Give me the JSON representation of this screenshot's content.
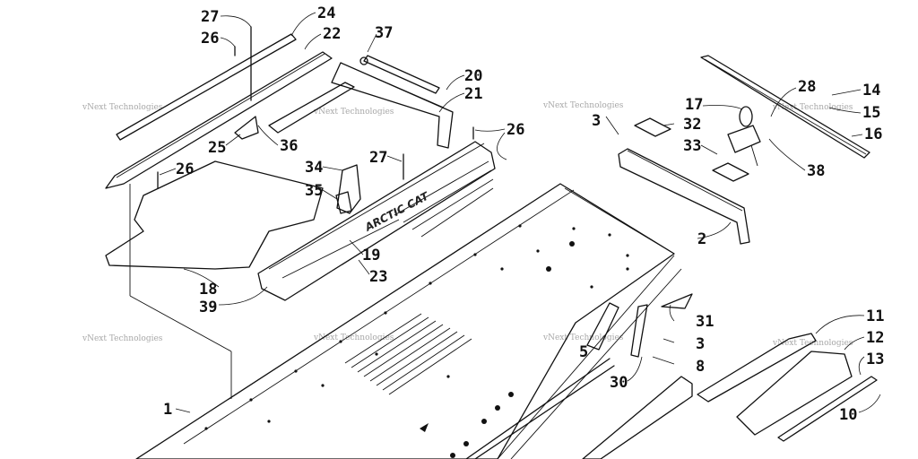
{
  "diagram": {
    "type": "exploded-parts-view",
    "watermark": "vNext Technologies",
    "logo_text": "ARCTIC CAT",
    "callouts": [
      {
        "id": "c27a",
        "label": "27"
      },
      {
        "id": "c24",
        "label": "24"
      },
      {
        "id": "c26a",
        "label": "26"
      },
      {
        "id": "c22",
        "label": "22"
      },
      {
        "id": "c37",
        "label": "37"
      },
      {
        "id": "c20",
        "label": "20"
      },
      {
        "id": "c21",
        "label": "21"
      },
      {
        "id": "c26b",
        "label": "26"
      },
      {
        "id": "c25",
        "label": "25"
      },
      {
        "id": "c36",
        "label": "36"
      },
      {
        "id": "c26c",
        "label": "26"
      },
      {
        "id": "c34",
        "label": "34"
      },
      {
        "id": "c27b",
        "label": "27"
      },
      {
        "id": "c35",
        "label": "35"
      },
      {
        "id": "c19",
        "label": "19"
      },
      {
        "id": "c23",
        "label": "23"
      },
      {
        "id": "c18",
        "label": "18"
      },
      {
        "id": "c39",
        "label": "39"
      },
      {
        "id": "c3a",
        "label": "3"
      },
      {
        "id": "c32",
        "label": "32"
      },
      {
        "id": "c17",
        "label": "17"
      },
      {
        "id": "c28",
        "label": "28"
      },
      {
        "id": "c14",
        "label": "14"
      },
      {
        "id": "c15",
        "label": "15"
      },
      {
        "id": "c16",
        "label": "16"
      },
      {
        "id": "c33",
        "label": "33"
      },
      {
        "id": "c38",
        "label": "38"
      },
      {
        "id": "c2",
        "label": "2"
      },
      {
        "id": "c31",
        "label": "31"
      },
      {
        "id": "c3b",
        "label": "3"
      },
      {
        "id": "c5",
        "label": "5"
      },
      {
        "id": "c8",
        "label": "8"
      },
      {
        "id": "c30",
        "label": "30"
      },
      {
        "id": "c11",
        "label": "11"
      },
      {
        "id": "c12",
        "label": "12"
      },
      {
        "id": "c13",
        "label": "13"
      },
      {
        "id": "c10",
        "label": "10"
      },
      {
        "id": "c1",
        "label": "1"
      }
    ]
  }
}
